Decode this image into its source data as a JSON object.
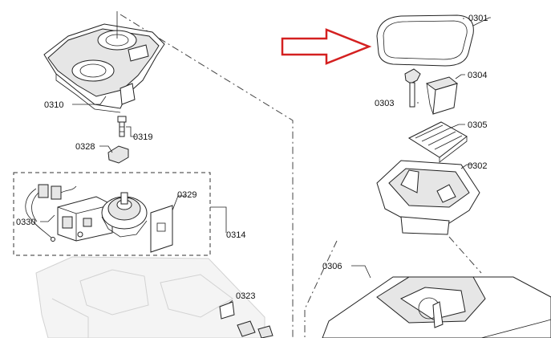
{
  "parts": [
    {
      "id": "p0301",
      "code": "0301"
    },
    {
      "id": "p0302",
      "code": "0302"
    },
    {
      "id": "p0303",
      "code": "0303"
    },
    {
      "id": "p0304",
      "code": "0304"
    },
    {
      "id": "p0305",
      "code": "0305"
    },
    {
      "id": "p0306",
      "code": "0306"
    },
    {
      "id": "p0310",
      "code": "0310"
    },
    {
      "id": "p0314",
      "code": "0314"
    },
    {
      "id": "p0319",
      "code": "0319"
    },
    {
      "id": "p0323",
      "code": "0323"
    },
    {
      "id": "p0328",
      "code": "0328"
    },
    {
      "id": "p0329",
      "code": "0329"
    },
    {
      "id": "p0330",
      "code": "0330"
    }
  ],
  "colors": {
    "arrow": "#d42020",
    "line": "#222222",
    "ghost": "#d2d2d2"
  }
}
